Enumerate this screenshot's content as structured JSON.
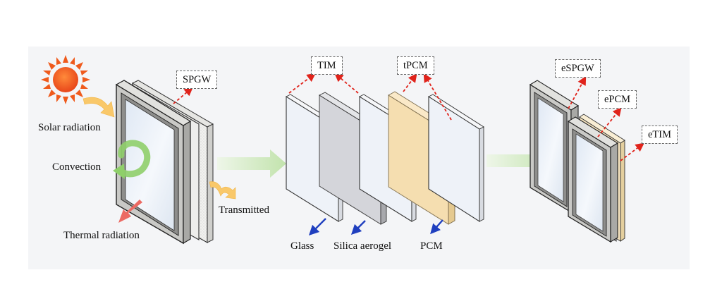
{
  "labels": {
    "solar": "Solar radiation",
    "convection": "Convection",
    "thermal": "Thermal radiation",
    "transmitted": "Transmitted",
    "glass": "Glass",
    "aerogel": "Silica aerogel",
    "pcm": "PCM"
  },
  "callouts": {
    "spgw": "SPGW",
    "tim": "TIM",
    "tpcm": "tPCM",
    "espgw": "eSPGW",
    "epcm": "ePCM",
    "etim": "eTIM"
  },
  "colors": {
    "background": "#f4f5f7",
    "sun": "#ef5a1c",
    "callout_arrow": "#e0231b",
    "pointer_arrow": "#1f3fbf",
    "flow_arrow": "#cfe8c0",
    "pcm_layer": "#f5deb0",
    "aerogel_layer": "#d4d5da",
    "glass_layer": "#eef2f8"
  },
  "icons": [
    "sun-icon",
    "convection-swirl-icon",
    "solar-arrow-icon",
    "thermal-radiation-arrow-icon",
    "transmitted-arrow-icon",
    "flow-arrow-icon"
  ]
}
